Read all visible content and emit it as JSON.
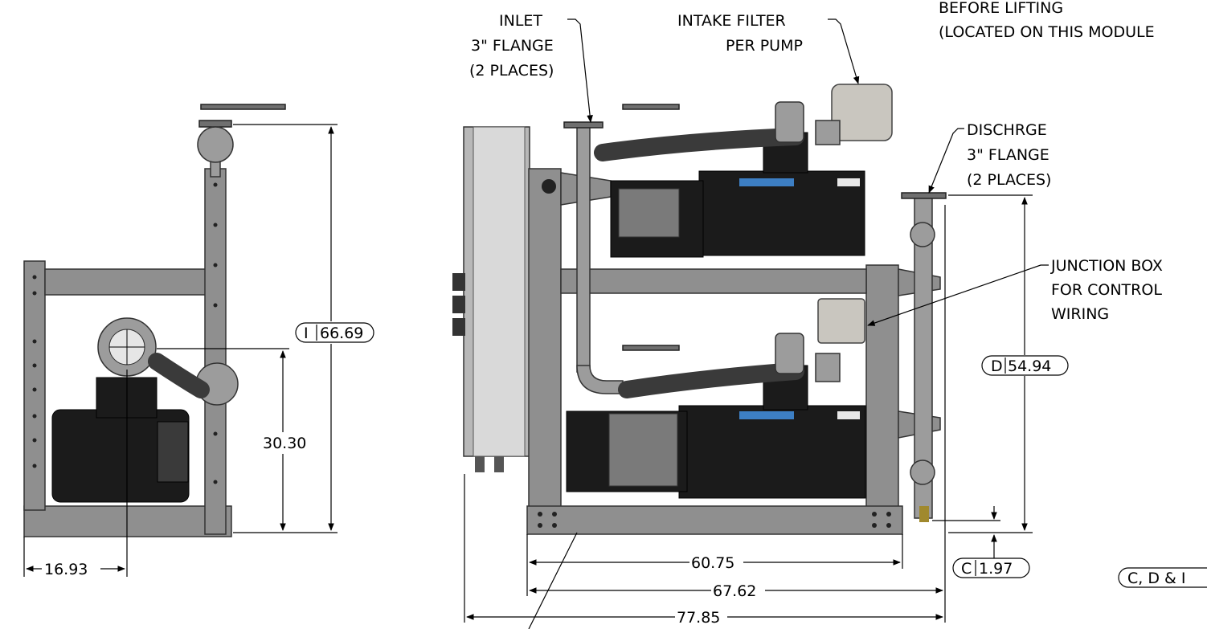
{
  "callouts": {
    "inlet": [
      "INLET",
      "3\" FLANGE",
      "(2 PLACES)"
    ],
    "intake_filter": [
      "INTAKE FILTER",
      "PER PUMP"
    ],
    "lifting": [
      "BEFORE LIFTING",
      "(LOCATED ON THIS MODULE"
    ],
    "discharge": [
      "DISCHRGE",
      "3\" FLANGE",
      "(2 PLACES)"
    ],
    "junction_box": [
      "JUNCTION BOX",
      "FOR CONTROL",
      "WIRING"
    ]
  },
  "dimensions": {
    "side_height_tag": "I",
    "side_height": "66.69",
    "side_inlet_height": "30.30",
    "side_offset": "16.93",
    "discharge_height_tag": "D",
    "discharge_height": "54.94",
    "bottom_offset_tag": "C",
    "bottom_offset": "1.97",
    "width_frame": "60.75",
    "width_mid": "67.62",
    "width_overall": "77.85",
    "legend_partial": "C, D & I"
  },
  "colors": {
    "frame": "#8f8f8f",
    "pump_body": "#1b1b1b",
    "label_stripe": "#3d7fc4",
    "junction_box": "#c9c6bf"
  }
}
